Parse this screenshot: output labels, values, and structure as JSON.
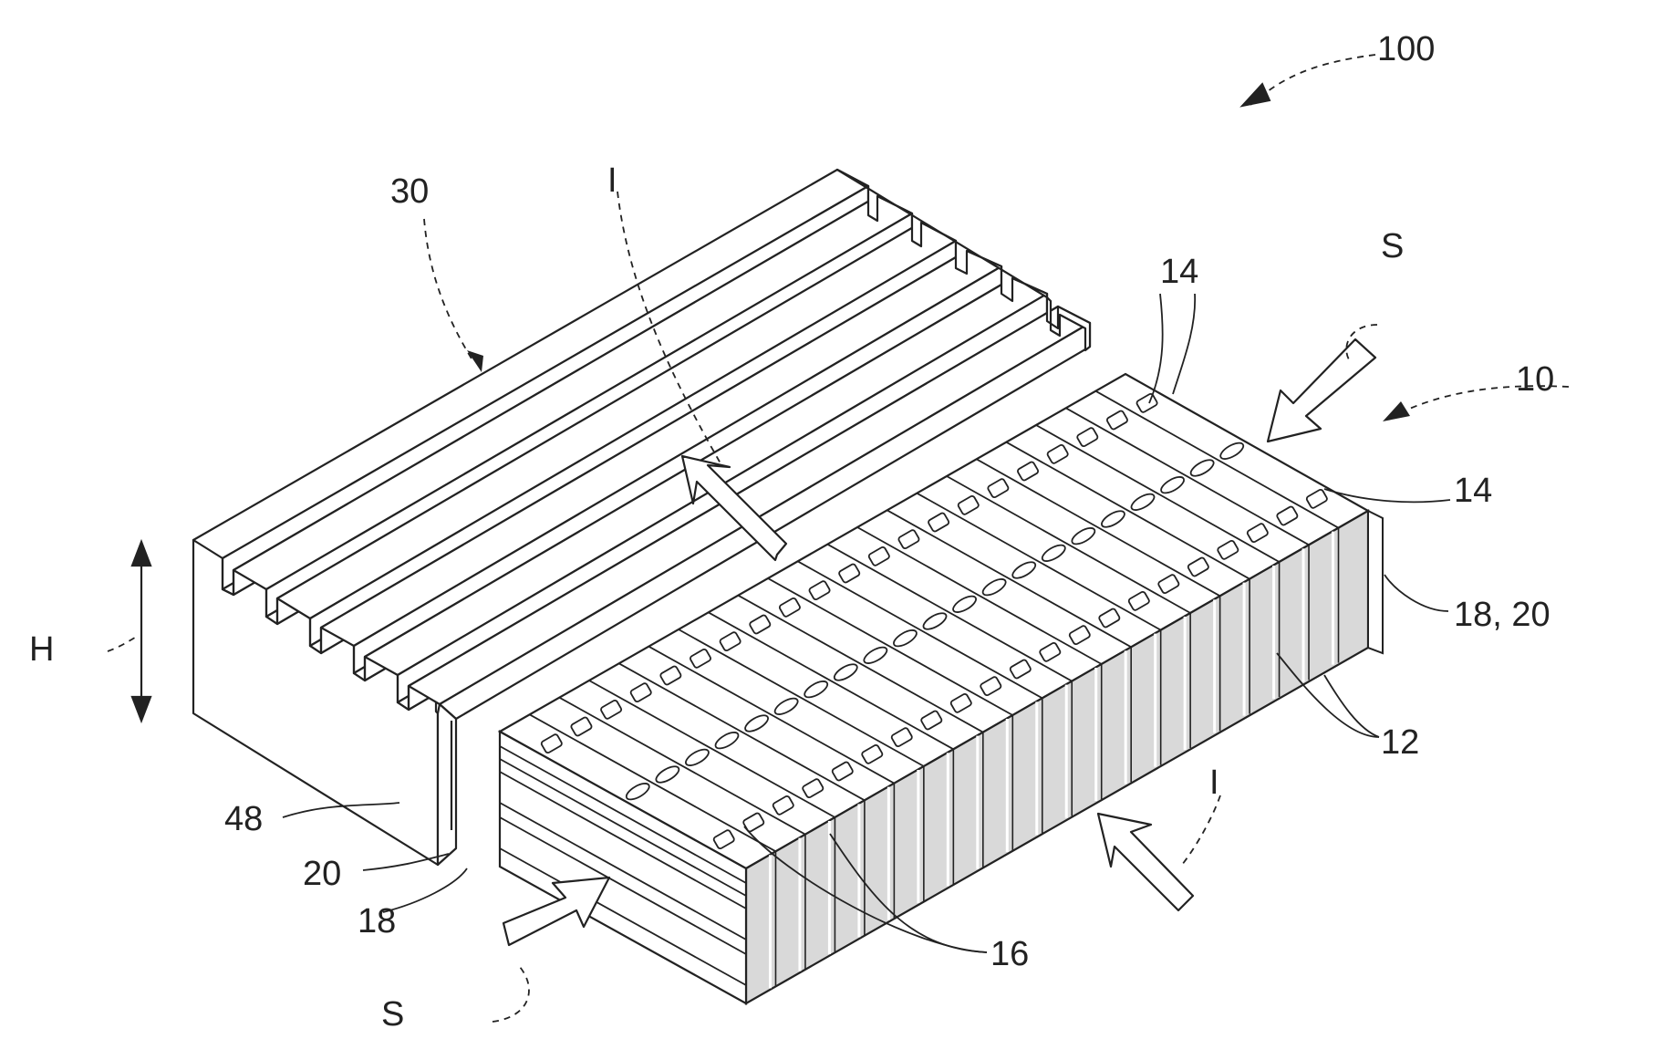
{
  "labels": {
    "ref_100": "100",
    "ref_30": "30",
    "ref_I_top": "I",
    "ref_14_top": "14",
    "ref_S_top": "S",
    "ref_10": "10",
    "ref_14_right": "14",
    "ref_18_20": "18, 20",
    "ref_12": "12",
    "ref_I_bottom": "I",
    "ref_H": "H",
    "ref_48": "48",
    "ref_20": "20",
    "ref_18": "18",
    "ref_16": "16",
    "ref_S_bottom": "S"
  },
  "colors": {
    "line": "#222222",
    "cell_shade": "#cfcfcf",
    "background": "#ffffff"
  },
  "cell_count": 21
}
